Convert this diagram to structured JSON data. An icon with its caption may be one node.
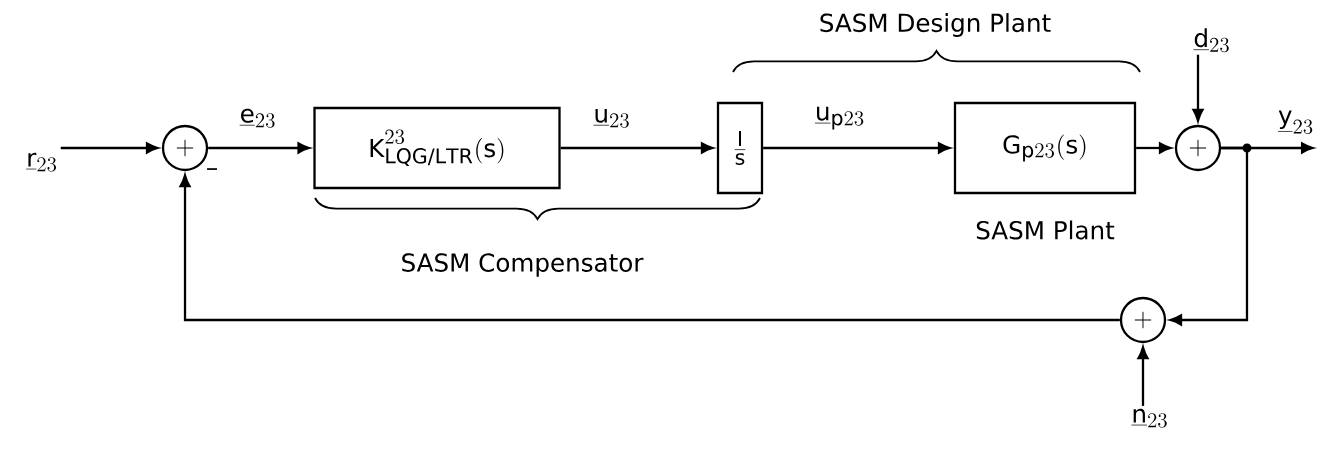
{
  "diagram": {
    "nodes": [
      {
        "text": [
          "\\underline{r}_{23}"
        ]
      },
      {
        "text": [
          "+"
        ]
      },
      {
        "text": [
          "K^{23}_{LQG/LTR}(s)"
        ]
      },
      {
        "text": [
          "\\frac{I}{s}"
        ]
      },
      {
        "text": [
          "G_{p23}(s)"
        ],
        "beside": [
          "SASM Plant"
        ]
      },
      {
        "text": [
          "+"
        ]
      },
      {
        "text": [
          "\\underline{d}_{23}"
        ]
      },
      {
        "text": [
          "\\underline{y}_{23}"
        ]
      },
      {
        "text": [
          "+"
        ]
      },
      {
        "text": [
          "\\underline{n}_{23}"
        ]
      }
    ],
    "edges": [
      {
        "from": 0,
        "to": 1,
        "arrow": "to"
      },
      {
        "from": 1,
        "to": 2,
        "arrow": "to",
        "label": "\\underline{e}_{23}"
      },
      {
        "from": 2,
        "to": 3,
        "arrow": "to",
        "label": "\\underline{u}_{23}"
      },
      {
        "from": 3,
        "to": 4,
        "arrow": "to",
        "label": "\\underline{u}_{p23}"
      },
      {
        "from": 4,
        "to": 5,
        "arrow": "to"
      },
      {
        "from": 6,
        "to": 5,
        "arrow": "to"
      },
      {
        "from": 5,
        "to": 7,
        "arrow": "to"
      },
      {
        "from": 5,
        "to": 8,
        "arrow": "to"
      },
      {
        "from": 9,
        "to": 8,
        "arrow": "to"
      },
      {
        "from": 8,
        "to": 1,
        "arrow": "to",
        "label": "-"
      }
    ],
    "labels": [
      "SASM Design Plant",
      "SASM Compensator"
    ]
  }
}
